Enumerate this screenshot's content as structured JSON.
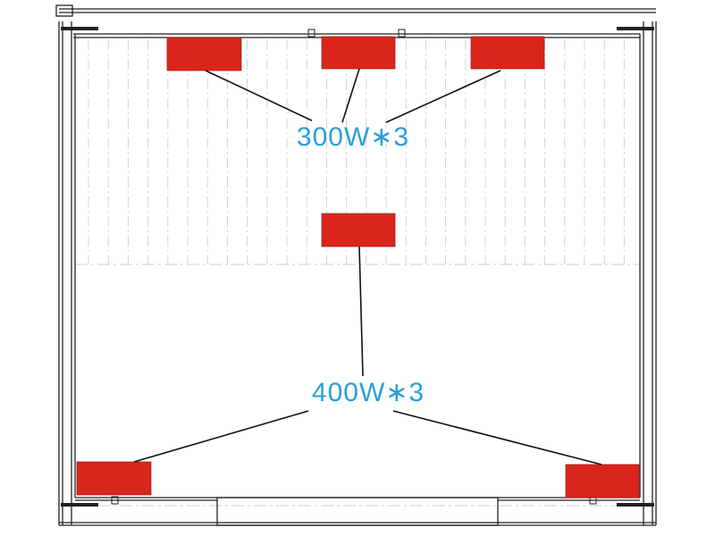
{
  "labels": {
    "top_heaters": "300W∗3",
    "bottom_heaters": "400W∗3"
  },
  "colors": {
    "heater": "#d9251c",
    "label": "#2a9fd6",
    "frame": "#222222"
  },
  "heater_groups": [
    {
      "power_w": 300,
      "count": 3
    },
    {
      "power_w": 400,
      "count": 3
    }
  ]
}
